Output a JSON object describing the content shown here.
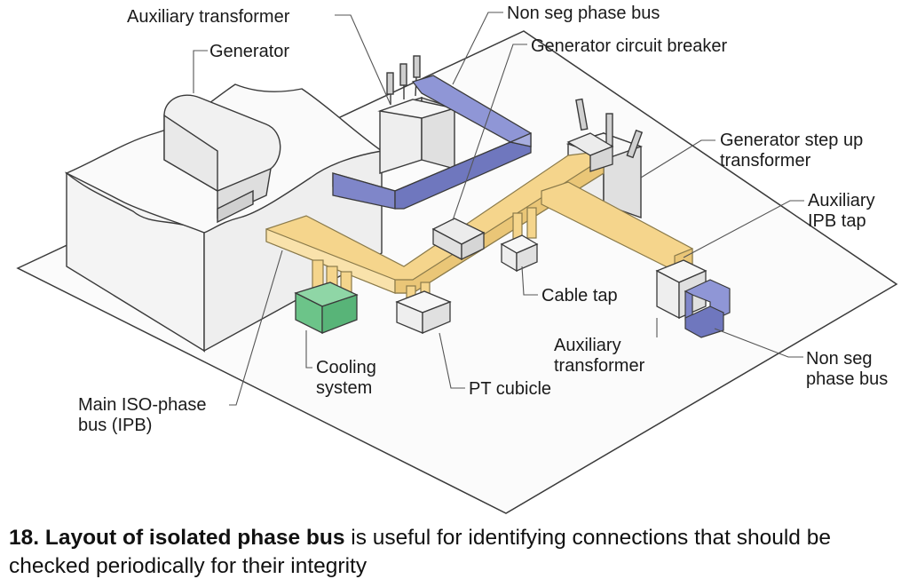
{
  "labels": {
    "aux_transformer_top": "Auxiliary transformer",
    "generator": "Generator",
    "non_seg_top": "Non seg phase bus",
    "gcb": "Generator circuit breaker",
    "gsu_1": "Generator step up",
    "gsu_2": "transformer",
    "aux_ipb_tap_1": "Auxiliary",
    "aux_ipb_tap_2": "IPB tap",
    "cable_tap": "Cable tap",
    "aux_transformer_bottom_1": "Auxiliary",
    "aux_transformer_bottom_2": "transformer",
    "non_seg_bottom_1": "Non seg",
    "non_seg_bottom_2": "phase bus",
    "cooling_1": "Cooling",
    "cooling_2": "system",
    "pt_cubicle": "PT cubicle",
    "main_ipb_1": "Main ISO-phase",
    "main_ipb_2": "bus (IPB)"
  },
  "caption": {
    "bold": "18. Layout of isolated phase bus",
    "rest": " is useful for identifying connections that should be checked periodically for their integrity"
  },
  "colors": {
    "ipb_bus": "#f5d58c",
    "non_seg_bus": "#8f96d6",
    "cooling": "#6cc489",
    "equipment": "#f2f2f2",
    "outline": "#3a3a3a"
  }
}
